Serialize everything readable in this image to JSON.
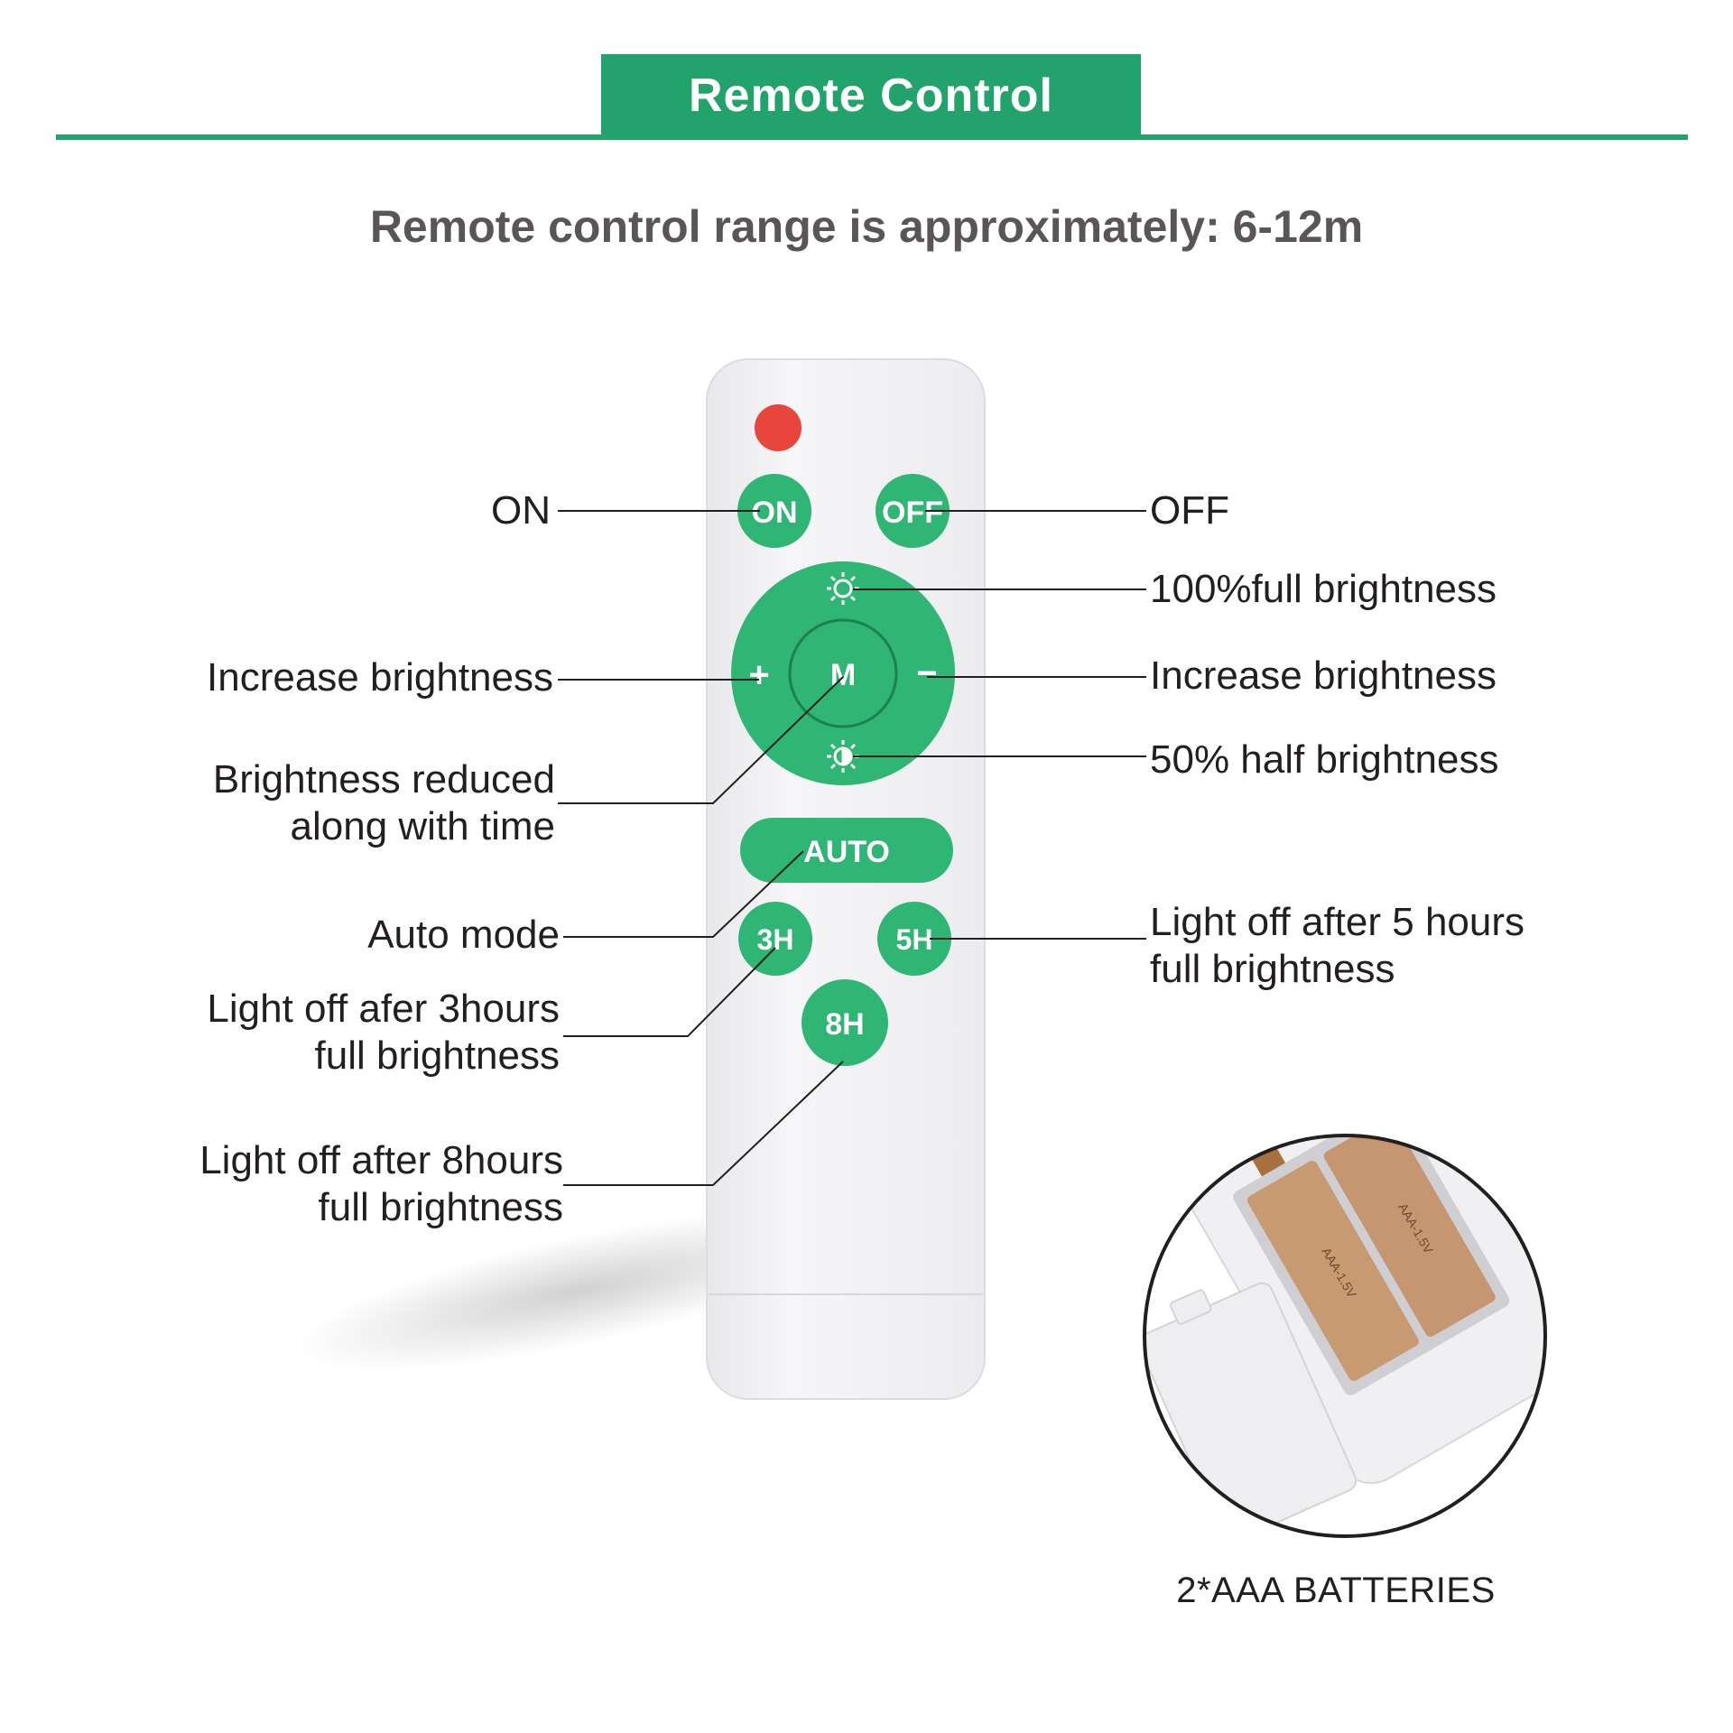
{
  "colors": {
    "accent": "#22a36b",
    "button_green": "#2fb574",
    "power_led": "#e8453c",
    "remote_body": "#f3f3f5"
  },
  "header": {
    "title": "Remote Control"
  },
  "subtitle": "Remote control range is approximately: 6-12m",
  "remote": {
    "buttons": {
      "on": "ON",
      "off": "OFF",
      "plus": "+",
      "mode": "M",
      "minus": "−",
      "auto": "AUTO",
      "h3": "3H",
      "h5": "5H",
      "h8": "8H"
    },
    "icons": {
      "full_brightness": "sun-full-icon",
      "half_brightness": "sun-half-icon",
      "power_indicator": "red-led-indicator"
    }
  },
  "callouts": {
    "on": "ON",
    "off": "OFF",
    "full_brightness": "100%full brightness",
    "increase_left": "Increase brightness",
    "increase_right": "Increase brightness",
    "half_brightness": "50% half brightness",
    "reduced_line1": "Brightness reduced",
    "reduced_line2": "along with time",
    "auto_mode": "Auto mode",
    "h3_line1": "Light off afer 3hours",
    "h3_line2": "full brightness",
    "h5_line1": "Light off after 5 hours",
    "h5_line2": "full brightness",
    "h8_line1": "Light off after 8hours",
    "h8_line2": "full brightness"
  },
  "battery": {
    "caption": "2*AAA BATTERIES",
    "compartment_labels": [
      "AAA-1.5V",
      "AAA-1.5V"
    ]
  }
}
